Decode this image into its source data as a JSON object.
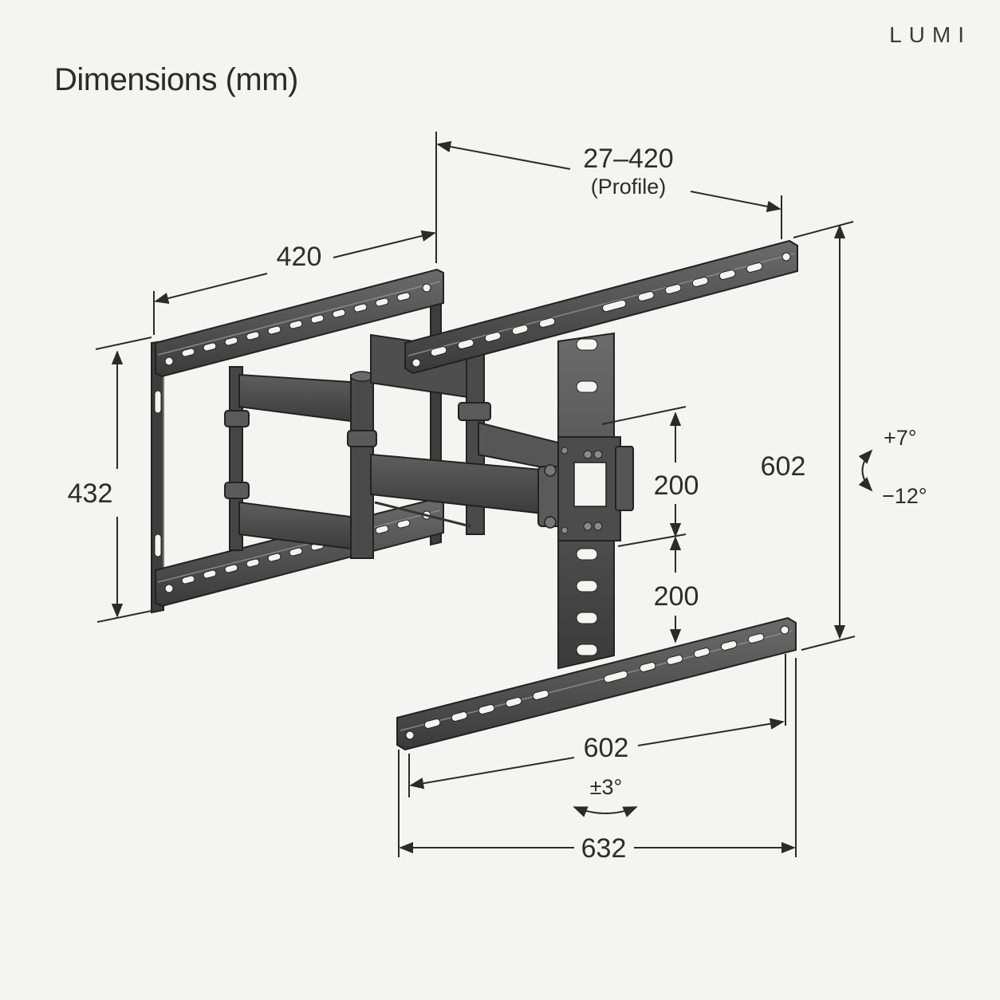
{
  "header": {
    "title": "Dimensions (mm)",
    "brand": "LUMI"
  },
  "dimensions": {
    "profile": {
      "value": "27–420",
      "note": "(Profile)"
    },
    "wall_plate_width": "420",
    "wall_plate_height": "432",
    "tv_rail_height": "602",
    "vesa_spacing_upper": "200",
    "vesa_spacing_lower": "200",
    "tv_rail_width": "602",
    "overall_width": "632"
  },
  "angles": {
    "tilt_up": "+7°",
    "tilt_down": "−12°",
    "swivel_level": "±3°"
  },
  "colors": {
    "background": "#f4f4f2",
    "line": "#2b2b2b",
    "steel": "#4a4a4a",
    "steel_dark": "#2f2f2f",
    "steel_light": "#6a6a6a"
  }
}
